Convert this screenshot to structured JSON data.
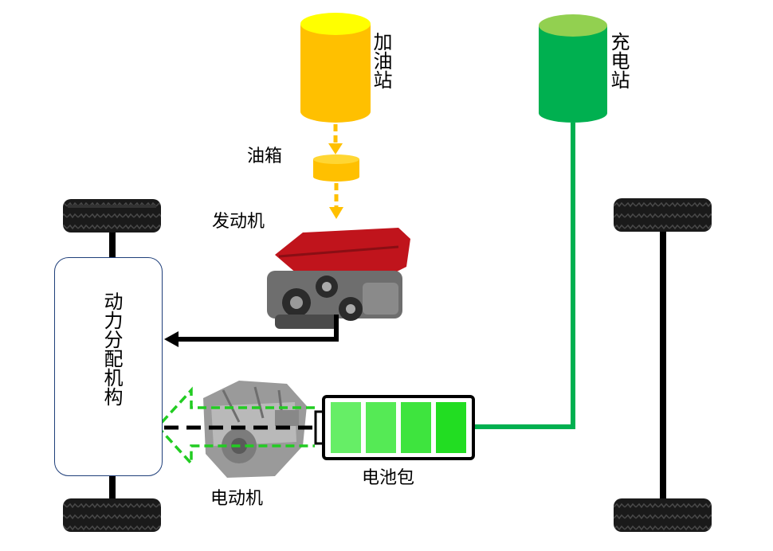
{
  "labels": {
    "gas_station": "加油站",
    "fuel_tank": "油箱",
    "engine": "发动机",
    "charging_station": "充电站",
    "power_split": "动力分配机构",
    "motor": "电动机",
    "battery": "电池包"
  },
  "colors": {
    "fuel": "#ffc000",
    "fuel_top": "#ffff00",
    "electric": "#00b050",
    "electric_top": "#92d050",
    "battery_cell": "#33dd33",
    "mechanical": "#000000",
    "box_border": "#1f3f7a"
  },
  "icons": [
    "tire-icon",
    "engine-icon",
    "motor-icon",
    "battery-icon"
  ]
}
